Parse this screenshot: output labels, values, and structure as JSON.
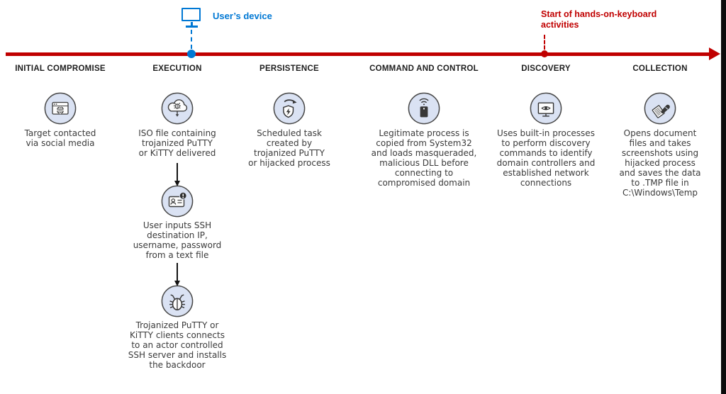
{
  "palette": {
    "timeline_red": "#C00000",
    "accent_blue": "#0078D4",
    "icon_fill": "#DAE2F3",
    "icon_stroke": "#4A4A4A",
    "body_text": "#3B3B3B"
  },
  "annotations": {
    "user_device": {
      "label": "User’s device",
      "icon": "monitor-icon"
    },
    "hands_on_keyboard": {
      "label": "Start of hands-on-keyboard\nactivities"
    }
  },
  "stages": [
    {
      "label": "INITIAL COMPROMISE",
      "steps": [
        {
          "icon": "browser-globe-icon",
          "text": "Target contacted\nvia social media"
        }
      ]
    },
    {
      "label": "EXECUTION",
      "steps": [
        {
          "icon": "cloud-download-bug-icon",
          "text": "ISO file containing\ntrojanized PuTTY\nor KiTTY delivered"
        },
        {
          "icon": "id-card-alert-icon",
          "text": "User inputs SSH\ndestination IP,\nusername, password\nfrom a text file"
        },
        {
          "icon": "bug-icon",
          "text": "Trojanized PuTTY or\nKiTTY clients connects\nto an actor controlled\nSSH server and installs\nthe backdoor"
        }
      ]
    },
    {
      "label": "PERSISTENCE",
      "steps": [
        {
          "icon": "shield-scheduled-task-icon",
          "text": "Scheduled task\ncreated by\ntrojanized PuTTY\nor hijacked process"
        }
      ]
    },
    {
      "label": "COMMAND AND CONTROL",
      "steps": [
        {
          "icon": "beacon-device-icon",
          "text": "Legitimate process is\ncopied from System32\nand loads masqueraded,\nmalicious DLL before\nconnecting to\ncompromised domain"
        }
      ]
    },
    {
      "label": "DISCOVERY",
      "steps": [
        {
          "icon": "monitor-eye-icon",
          "text": "Uses built-in processes\nto perform discovery\ncommands to identify\ndomain controllers and\nestablished network\nconnections"
        }
      ]
    },
    {
      "label": "COLLECTION",
      "steps": [
        {
          "icon": "hand-document-icon",
          "text": "Opens document\nfiles and takes\nscreenshots using\nhijacked process\nand saves the data\nto .TMP file in\nC:\\Windows\\Temp"
        }
      ]
    }
  ]
}
